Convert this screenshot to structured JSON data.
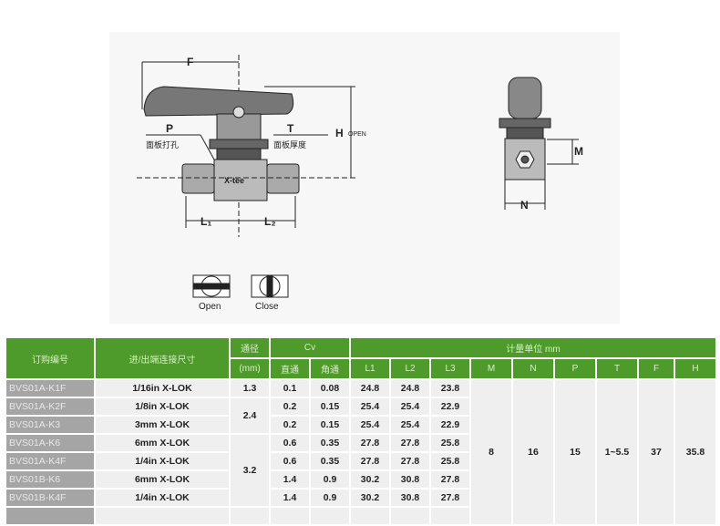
{
  "drawing": {
    "labels": {
      "F": "F",
      "P": "P",
      "P_note": "面板打孔",
      "T": "T",
      "T_note": "面板厚度",
      "H": "H",
      "H_note": "OPEN",
      "L1": "L₁",
      "L2": "L₂",
      "M": "M",
      "N": "N",
      "logo": "X-tee"
    },
    "handle_positions": {
      "open": "Open",
      "close": "Close"
    }
  },
  "table": {
    "headers": {
      "order_no": "订购编号",
      "connection": "进/出端连接尺寸",
      "bore_title": "通径",
      "bore_unit": "(mm)",
      "cv": "Cv",
      "cv_straight": "直通",
      "cv_angle": "角通",
      "unit": "计量单位 mm",
      "dims": [
        "L1",
        "L2",
        "L3",
        "M",
        "N",
        "P",
        "T",
        "F",
        "H"
      ]
    },
    "rows": [
      {
        "code": "BVS01A-K1F",
        "conn": "1/16in X-LOK",
        "cv1": "0.1",
        "cv2": "0.08",
        "l1": "24.8",
        "l2": "24.8",
        "l3": "23.8"
      },
      {
        "code": "BVS01A-K2F",
        "conn": "1/8in X-LOK",
        "cv1": "0.2",
        "cv2": "0.15",
        "l1": "25.4",
        "l2": "25.4",
        "l3": "22.9"
      },
      {
        "code": "BVS01A-K3",
        "conn": "3mm X-LOK",
        "cv1": "0.2",
        "cv2": "0.15",
        "l1": "25.4",
        "l2": "25.4",
        "l3": "22.9"
      },
      {
        "code": "BVS01A-K6",
        "conn": "6mm X-LOK",
        "cv1": "0.6",
        "cv2": "0.35",
        "l1": "27.8",
        "l2": "27.8",
        "l3": "25.8"
      },
      {
        "code": "BVS01A-K4F",
        "conn": "1/4in X-LOK",
        "cv1": "0.6",
        "cv2": "0.35",
        "l1": "27.8",
        "l2": "27.8",
        "l3": "25.8"
      },
      {
        "code": "BVS01B-K6",
        "conn": "6mm X-LOK",
        "cv1": "1.4",
        "cv2": "0.9",
        "l1": "30.2",
        "l2": "30.8",
        "l3": "27.8"
      },
      {
        "code": "BVS01B-K4F",
        "conn": "1/4in X-LOK",
        "cv1": "1.4",
        "cv2": "0.9",
        "l1": "30.2",
        "l2": "30.8",
        "l3": "27.8"
      }
    ],
    "bores": [
      "1.3",
      "2.4",
      "3.2"
    ],
    "common": {
      "M": "8",
      "N": "16",
      "P": "15",
      "T": "1~5.5",
      "F": "37",
      "H": "35.8"
    }
  }
}
